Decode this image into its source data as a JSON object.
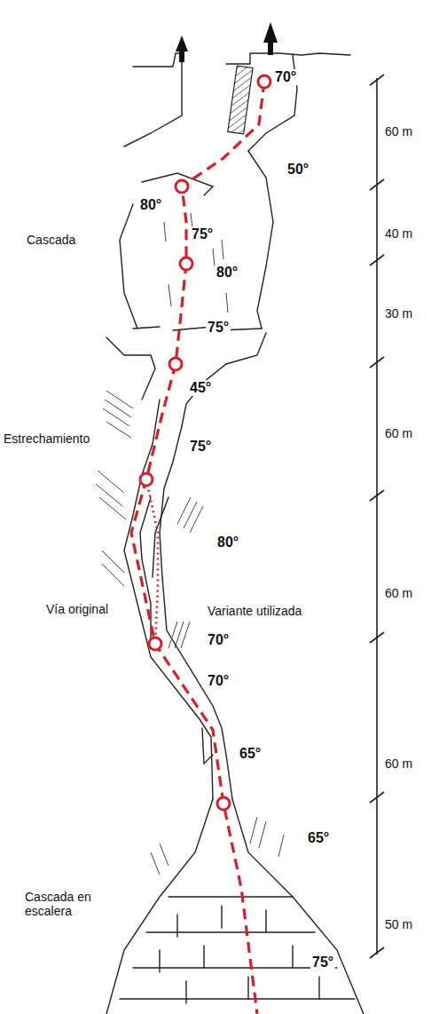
{
  "diagram": {
    "labels": [
      "70°",
      "60 m",
      "50°",
      "80°",
      "75°",
      "Cascada",
      "40 m",
      "80°",
      "30 m",
      "75°",
      "45°",
      "60 m",
      "Estrechamiento",
      "75°",
      "80°",
      "60 m",
      "Vía original",
      "Variante utilizada",
      "70°",
      "70°",
      "65°",
      "60 m",
      "65°",
      "Cascada en escalera",
      "50 m",
      "75°"
    ]
  }
}
